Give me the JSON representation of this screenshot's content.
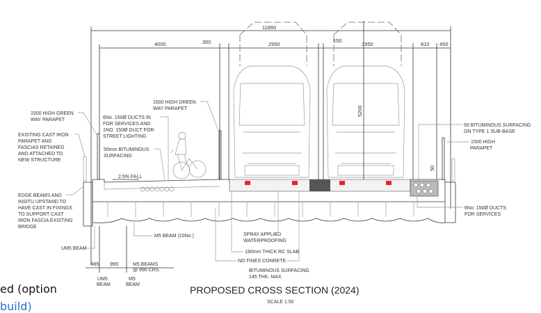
{
  "drawing": {
    "title": "PROPOSED CROSS SECTION (2024)",
    "scale": "SCALE 1:50",
    "dimensions": {
      "overall": "11860",
      "cycleway": "4000",
      "gap1": "300",
      "track1": "2950",
      "gap2": "150",
      "track2": "2950",
      "verge": "810",
      "parapet": "450",
      "height": "5200",
      "surfacing": "50",
      "edge": "485",
      "spacing": "990"
    },
    "labels": {
      "left_parapet": [
        "1500 HIGH GREEN",
        "WAY PARAPET"
      ],
      "cast_iron": [
        "EXISTING CAST IRON",
        "PARAPET AND",
        "FASCIAS RETAINED",
        "AND ATTACHED TO",
        "NEW STRUCTURE"
      ],
      "edge_beams": [
        "EDGE BEAMS AND",
        "INSITU UPSTAND TO",
        "HAVE CAST IN FIXINGS",
        "TO SUPPORT CAST",
        "IRON FASCIA EXISTING",
        "BRIDGE"
      ],
      "ducts_left": [
        "6No. 150Ø DUCTS IN",
        "FOR SERVICES AND",
        "1NO. 150Ø DUCT FOR",
        "STREET LIGHTING"
      ],
      "bit_surf": [
        "50mm BITUMINOUS",
        "SURFACING"
      ],
      "mid_parapet": [
        "1500 HIGH GREEN",
        "WAY PARAPET"
      ],
      "fall": "2.5% FALL",
      "right_surf": [
        "50 BITUMINOUS SURFACING",
        "ON TYPE 1 SUB-BASE"
      ],
      "right_parapet": [
        "1500 HIGH",
        "PARAPET"
      ],
      "ducts_right": [
        "6No. 150Ø DUCTS",
        "FOR SERVICES"
      ],
      "um5_beam": "UM5 BEAM",
      "m5_beam": "M5 BEAM (10No.)",
      "spray": [
        "SPRAY APPLIED",
        "WATERPROOFING"
      ],
      "rc_slab": "180mm THICK RC SLAB",
      "no_fines": "NO FINES CONRETE",
      "bit_145": [
        "BITUMINOUS SURFACING",
        "145 THK. MAX."
      ],
      "m5_beams_crs": [
        "M5 BEAMS",
        "@ 990 CRS."
      ],
      "cl_um5": [
        "UM5",
        "BEAM"
      ],
      "cl_m5": [
        "M5",
        "BEAM"
      ]
    }
  },
  "side_text": {
    "line1": "ed (option",
    "line2": "build)"
  }
}
